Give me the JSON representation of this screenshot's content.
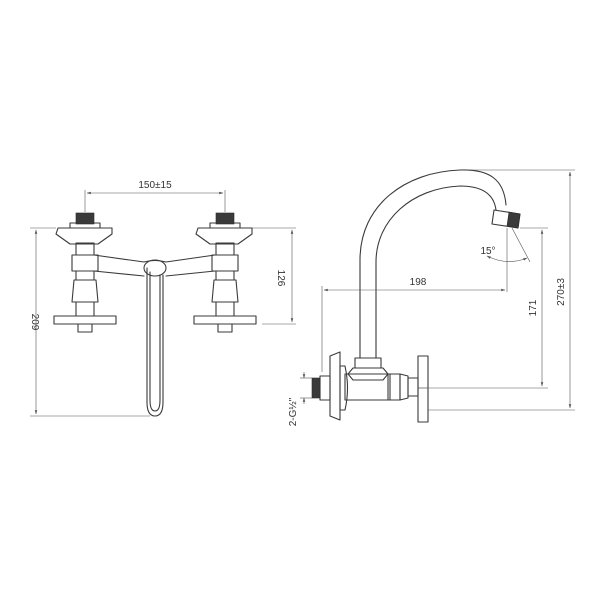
{
  "front_view": {
    "dim_spacing": "150±15",
    "dim_height_total": "209",
    "dim_height_inlet": "126"
  },
  "side_view": {
    "dim_reach": "198",
    "dim_angle": "15°",
    "dim_outlet_height": "171",
    "dim_total_height": "270±3",
    "dim_thread": "2-G½\""
  }
}
